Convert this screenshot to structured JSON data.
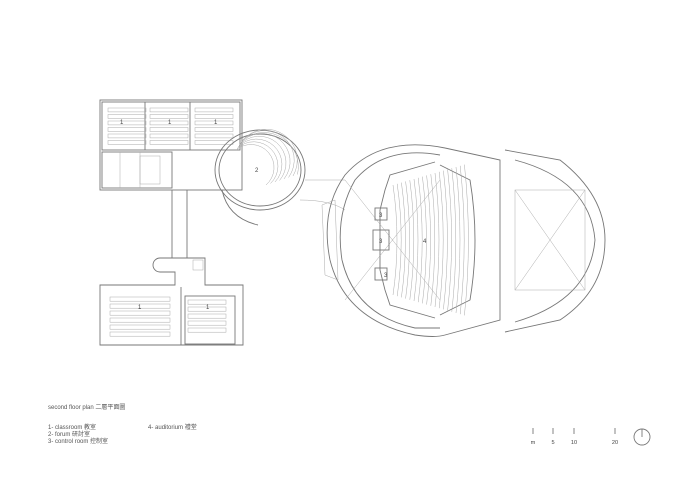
{
  "plan": {
    "title": "second floor plan 二層平面圖",
    "room_labels": {
      "classroom": "1",
      "forum": "2",
      "control_room": "3",
      "auditorium": "4"
    },
    "legend": [
      {
        "num": "1-",
        "text": "classroom 教室"
      },
      {
        "num": "2-",
        "text": "forum 研討室"
      },
      {
        "num": "3-",
        "text": "control room 控制室"
      },
      {
        "num": "4-",
        "text": "auditorium 禮堂"
      }
    ],
    "scale": {
      "unit": "m",
      "ticks": [
        "5",
        "10",
        "20"
      ]
    },
    "north_icon": "north-arrow-icon"
  }
}
